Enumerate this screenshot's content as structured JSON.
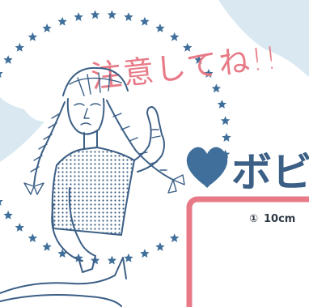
{
  "illustration": {
    "speech_text": "注意してね!!",
    "heading_text": "ボビ",
    "item_marker": "①",
    "item_text": "10cm",
    "colors": {
      "ink": "#3c5f86",
      "star": "#3f6f9a",
      "pink": "#e77a86",
      "sky": "#d9e8f1",
      "heart": "#3f6f9a"
    },
    "icons": {
      "heart": "heart-icon",
      "star_ring": "star-icon"
    }
  }
}
